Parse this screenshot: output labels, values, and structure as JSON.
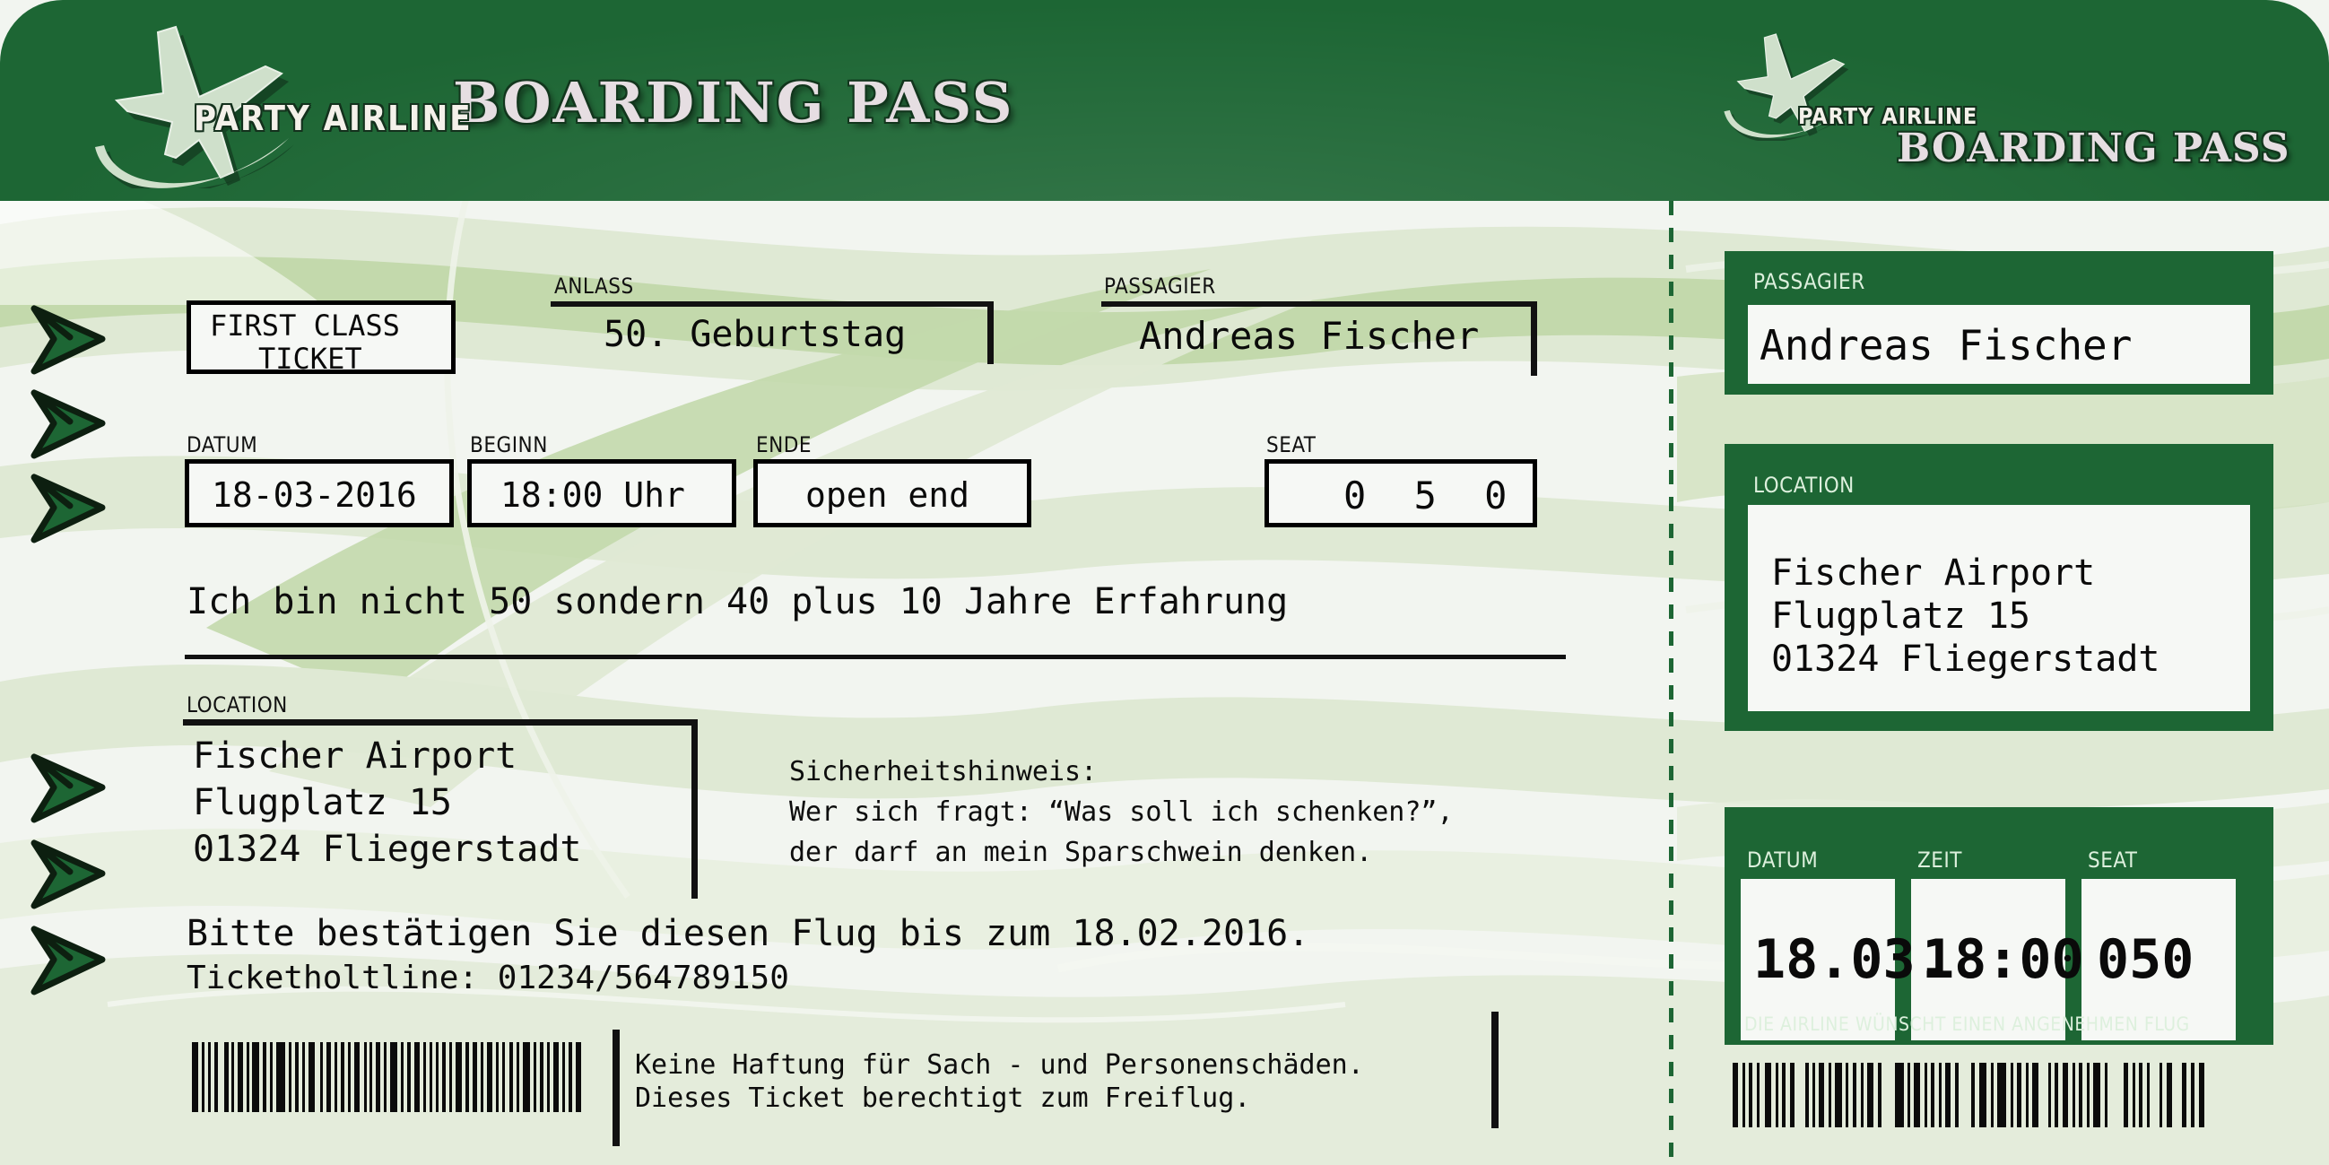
{
  "header": {
    "airline_name": "PARTY AIRLINE",
    "title": "BOARDING PASS",
    "stub_airline_name": "PARTY AIRLINE",
    "stub_title": "BOARDING PASS",
    "plane_icon": "airplane-icon",
    "swoosh_icon": "swoosh-icon"
  },
  "main": {
    "ticket_class_line1": "FIRST CLASS",
    "ticket_class_line2": "TICKET",
    "anlass_label": "ANLASS",
    "anlass_value": "50. Geburtstag",
    "passagier_label": "PASSAGIER",
    "passagier_value": "Andreas Fischer",
    "datum_label": "DATUM",
    "datum_value": "18-03-2016",
    "beginn_label": "BEGINN",
    "beginn_value": "18:00 Uhr",
    "ende_label": "ENDE",
    "ende_value": "open end",
    "seat_label": "SEAT",
    "seat_value": "0 5 0",
    "slogan": "Ich bin nicht 50 sondern 40 plus 10 Jahre Erfahrung",
    "location_label": "LOCATION",
    "location_line1": "Fischer Airport",
    "location_line2": "Flugplatz 15",
    "location_line3": "01324 Fliegerstadt",
    "security_title": "Sicherheitshinweis:",
    "security_line1": "Wer sich fragt: “Was soll ich schenken?”,",
    "security_line2": "der darf an mein Sparschwein denken.",
    "confirm_line": "Bitte bestätigen Sie diesen Flug bis zum 18.02.2016.",
    "hotline_line": "Ticketholtline: 01234/564789150",
    "disclaimer_line1": "Keine Haftung für Sach - und Personenschäden.",
    "disclaimer_line2": "Dieses Ticket berechtigt zum Freiflug."
  },
  "stub": {
    "passagier_label": "PASSAGIER",
    "passagier_value": "Andreas Fischer",
    "location_label": "LOCATION",
    "location_line1": "Fischer Airport",
    "location_line2": "Flugplatz 15",
    "location_line3": "01324 Fliegerstadt",
    "datum_label": "DATUM",
    "datum_value": "18.03.",
    "zeit_label": "ZEIT",
    "zeit_value": "18:00",
    "seat_label": "SEAT",
    "seat_value": "050",
    "footer": "DIE AIRLINE WÜNSCHT EINEN ANGENEHMEN FLUG"
  },
  "colors": {
    "brand_green": "#1d6634",
    "dark_green": "#12361d",
    "light_green_wave": "#c3d9ac",
    "pale_green_wave": "#dfe9d4",
    "paper": "#f2f5f0",
    "field_white": "#f6f8f5",
    "title_text": "#e6dee2",
    "ink": "#0a0a0a"
  },
  "decor": {
    "chevron_icon": "chevron-right-icon",
    "chevron_count": 6,
    "barcode_main": "barcode-icon",
    "barcode_stub": "barcode-icon",
    "perforation": "perforation-dashed-line"
  }
}
